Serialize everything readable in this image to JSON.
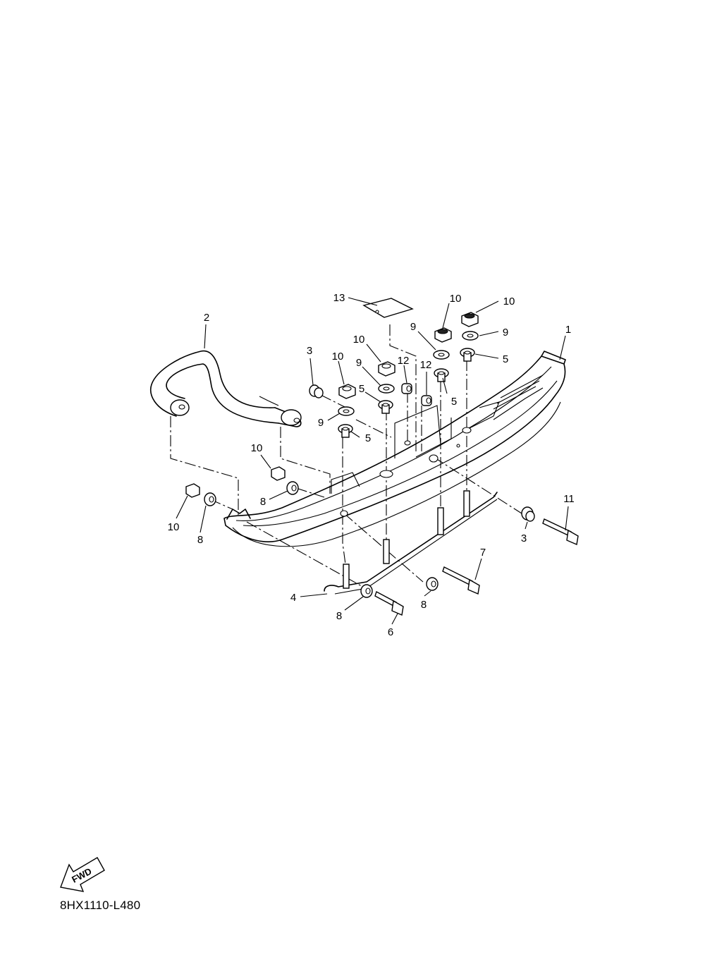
{
  "diagram": {
    "code": "8HX1110-L480",
    "fwd_label": "FWD",
    "callouts": [
      "13",
      "10",
      "10",
      "2",
      "1",
      "9",
      "9",
      "3",
      "10",
      "10",
      "12",
      "12",
      "5",
      "9",
      "5",
      "5",
      "9",
      "5",
      "10",
      "8",
      "10",
      "8",
      "11",
      "3",
      "7",
      "4",
      "8",
      "8",
      "6"
    ]
  }
}
